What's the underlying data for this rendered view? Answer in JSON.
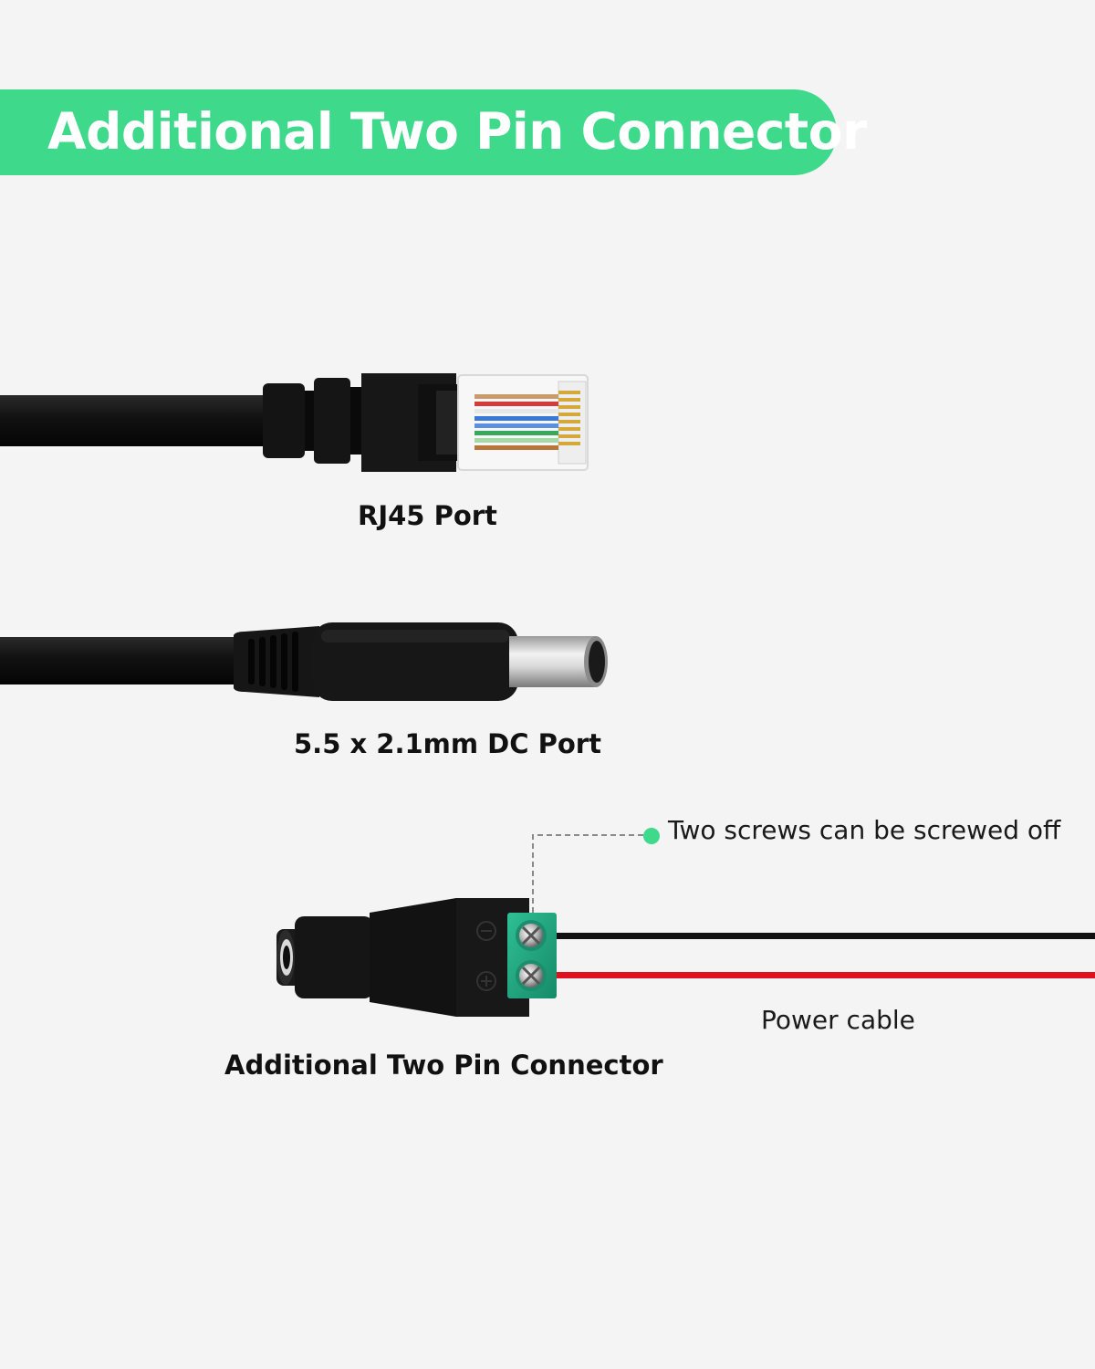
{
  "banner": {
    "title": "Additional Two Pin Connector"
  },
  "labels": {
    "rj45": "RJ45 Port",
    "dc": "5.5 x 2.1mm DC Port",
    "connector": "Additional Two Pin Connector",
    "screws_note": "Two screws can be screwed off",
    "power_cable": "Power cable"
  },
  "colors": {
    "accent": "#3fd98b",
    "cable": "#111111",
    "background": "#f4f4f4",
    "terminal": "#23a884",
    "wire_red": "#e0101e"
  },
  "icons": {
    "rj45": "rj45-plug-icon",
    "dc": "dc-barrel-plug-icon",
    "connector": "two-pin-terminal-connector-icon"
  }
}
